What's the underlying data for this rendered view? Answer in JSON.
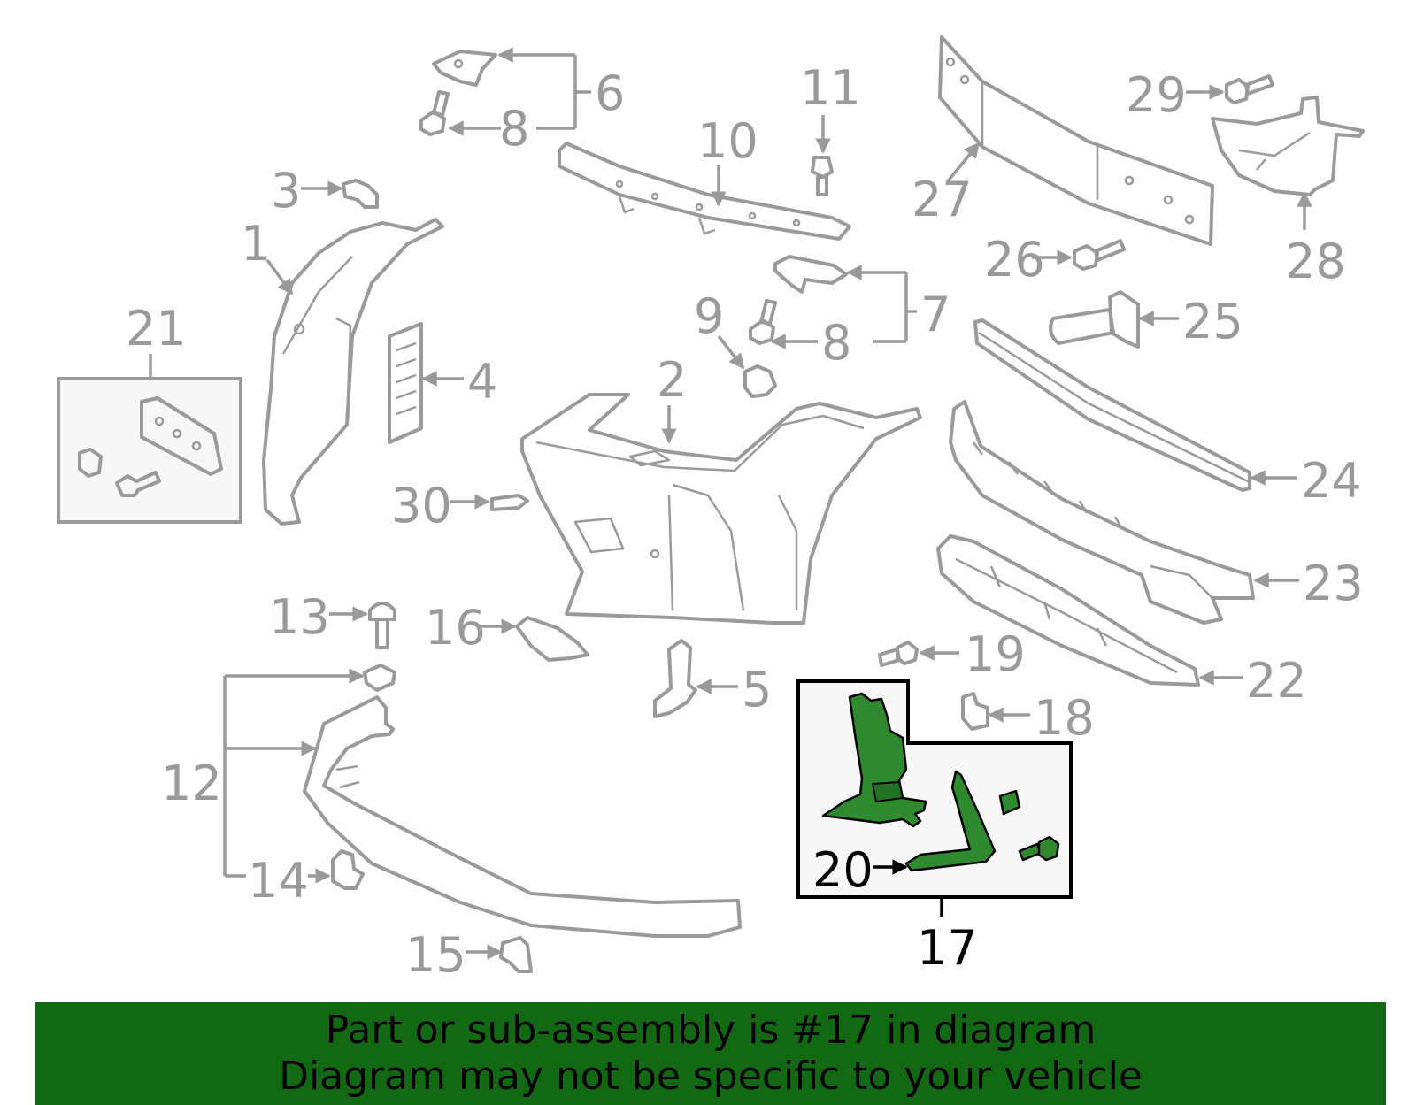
{
  "labels": {
    "p1": "1",
    "p2": "2",
    "p3": "3",
    "p4": "4",
    "p5": "5",
    "p6": "6",
    "p7": "7",
    "p8a": "8",
    "p8b": "8",
    "p9": "9",
    "p10": "10",
    "p11": "11",
    "p12": "12",
    "p13": "13",
    "p14": "14",
    "p15": "15",
    "p16": "16",
    "p17": "17",
    "p18": "18",
    "p19": "19",
    "p20": "20",
    "p21": "21",
    "p22": "22",
    "p23": "23",
    "p24": "24",
    "p25": "25",
    "p26": "26",
    "p27": "27",
    "p28": "28",
    "p29": "29",
    "p30": "30"
  },
  "highlighted_part": "17",
  "footer": {
    "line1": "Part or sub-assembly is #17 in diagram",
    "line2": "Diagram may not be specific to your vehicle"
  },
  "colors": {
    "highlight_green": "#2f8a2f",
    "footer_green": "#136913",
    "line_gray": "#9a9a9a"
  }
}
